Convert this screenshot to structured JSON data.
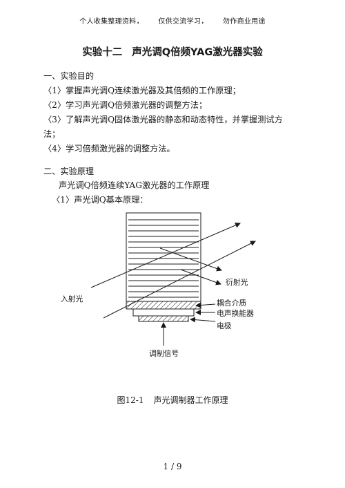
{
  "header": [
    "个人收集整理资料，",
    "仅供交流学习，",
    "勿作商业用途"
  ],
  "title": {
    "number": "实验十二",
    "text": "声光调Q倍频YAG激光器实验"
  },
  "section1": {
    "heading": "一、实验目的",
    "items": [
      "〈1〉掌握声光调Q连续激光器及其倍频的工作原理；",
      "〈2〉学习声光调Q倍频激光器的调整方法；",
      "〈3〉了解声光调Q固体激光器的静态和动态特性，并掌握测试方",
      "法；",
      "〈4〉学习倍频激光器的调整方法。"
    ]
  },
  "section2": {
    "heading": "二、实验原理",
    "line1": "声光调Q倍频连续YAG激光器的工作原理",
    "line2": "〈1〉声光调Q基本原理："
  },
  "figure": {
    "labels": {
      "incident": "入射光",
      "diffracted": "衍射光",
      "coupling": "耦合介质",
      "transducer": "电声换能器",
      "electrode": "电极",
      "signal": "调制信号"
    },
    "caption_number": "图12-1",
    "caption_text": "声光调制器工作原理"
  },
  "page": "1 / 9"
}
